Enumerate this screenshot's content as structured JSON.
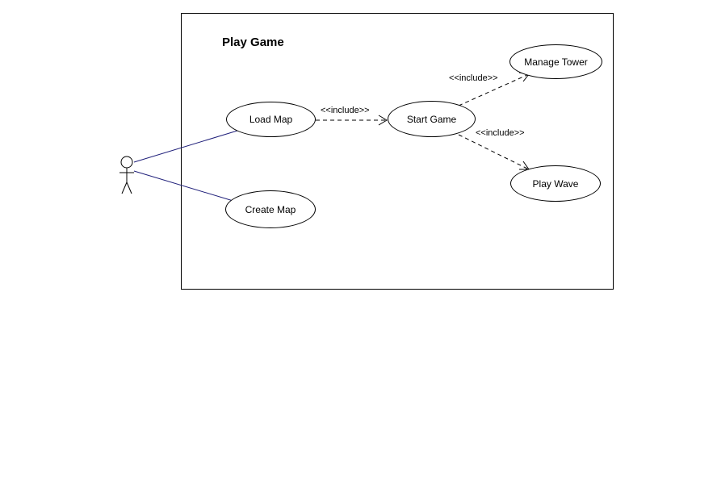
{
  "diagram": {
    "system_title": "Play Game",
    "use_cases": {
      "load_map": "Load Map",
      "create_map": "Create Map",
      "start_game": "Start Game",
      "manage_tower": "Manage Tower",
      "play_wave": "Play Wave"
    },
    "include_labels": {
      "load_to_start": "<<include>>",
      "start_to_manage": "<<include>>",
      "start_to_wave": "<<include>>"
    },
    "colors": {
      "association_line": "#1f1f7a",
      "outline": "#000000"
    }
  }
}
